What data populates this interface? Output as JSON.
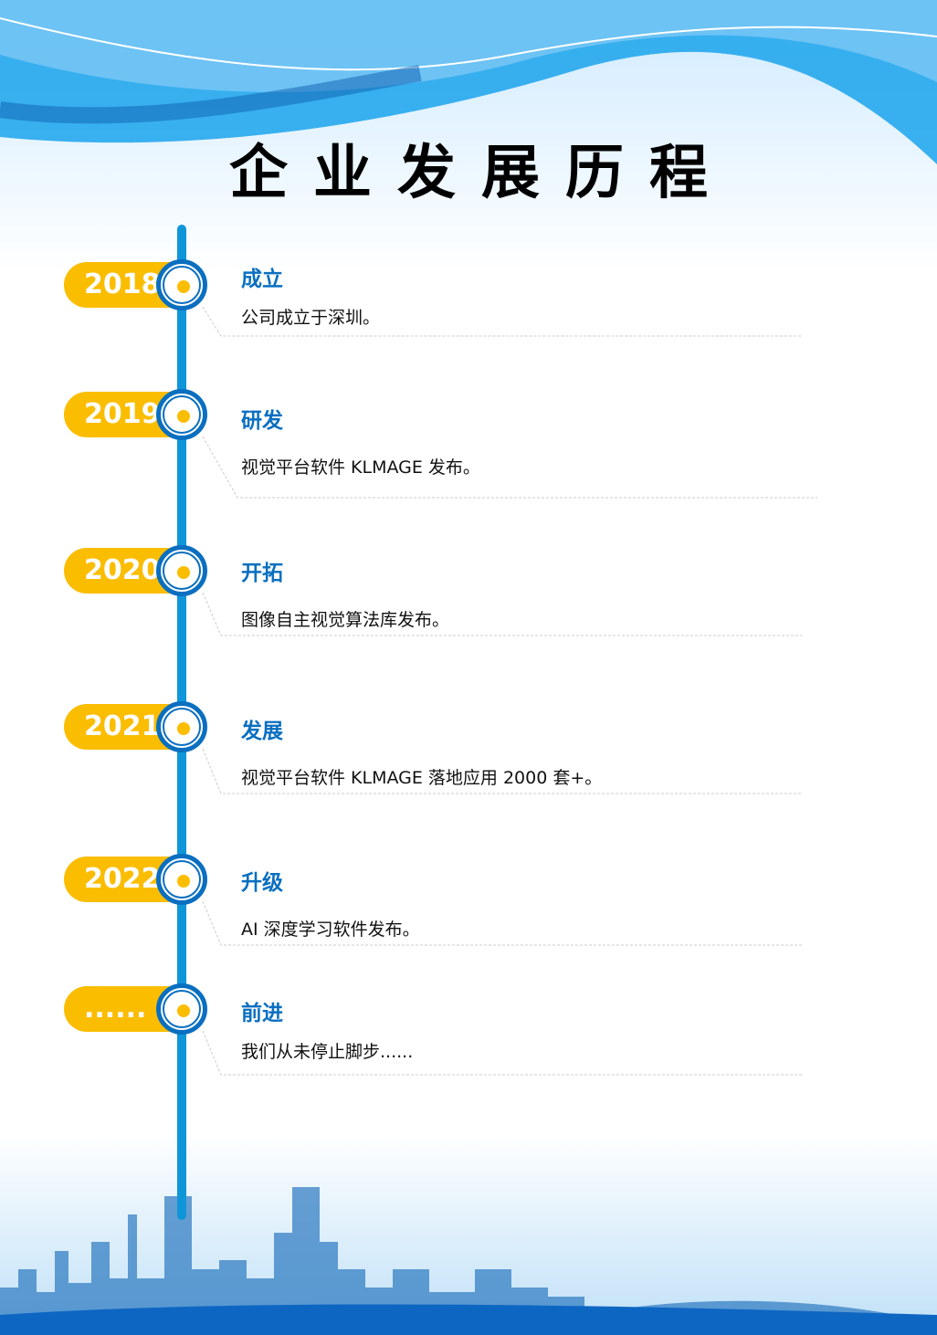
{
  "title": "企业发展历程",
  "colors": {
    "accent": "#0a6fc0",
    "axis": "#0f96d8",
    "pill": "#fbbd00"
  },
  "milestones": [
    {
      "year": "2018",
      "heading": "成立",
      "text": "公司成立于深圳。"
    },
    {
      "year": "2019",
      "heading": "研发",
      "text": "视觉平台软件 KLMAGE 发布。"
    },
    {
      "year": "2020",
      "heading": "开拓",
      "text": "图像自主视觉算法库发布。"
    },
    {
      "year": "2021",
      "heading": "发展",
      "text": "视觉平台软件 KLMAGE 落地应用 2000 套+。"
    },
    {
      "year": "2022",
      "heading": "升级",
      "text": "AI 深度学习软件发布。"
    },
    {
      "year": "......",
      "heading": "前进",
      "text": "我们从未停止脚步......"
    }
  ]
}
